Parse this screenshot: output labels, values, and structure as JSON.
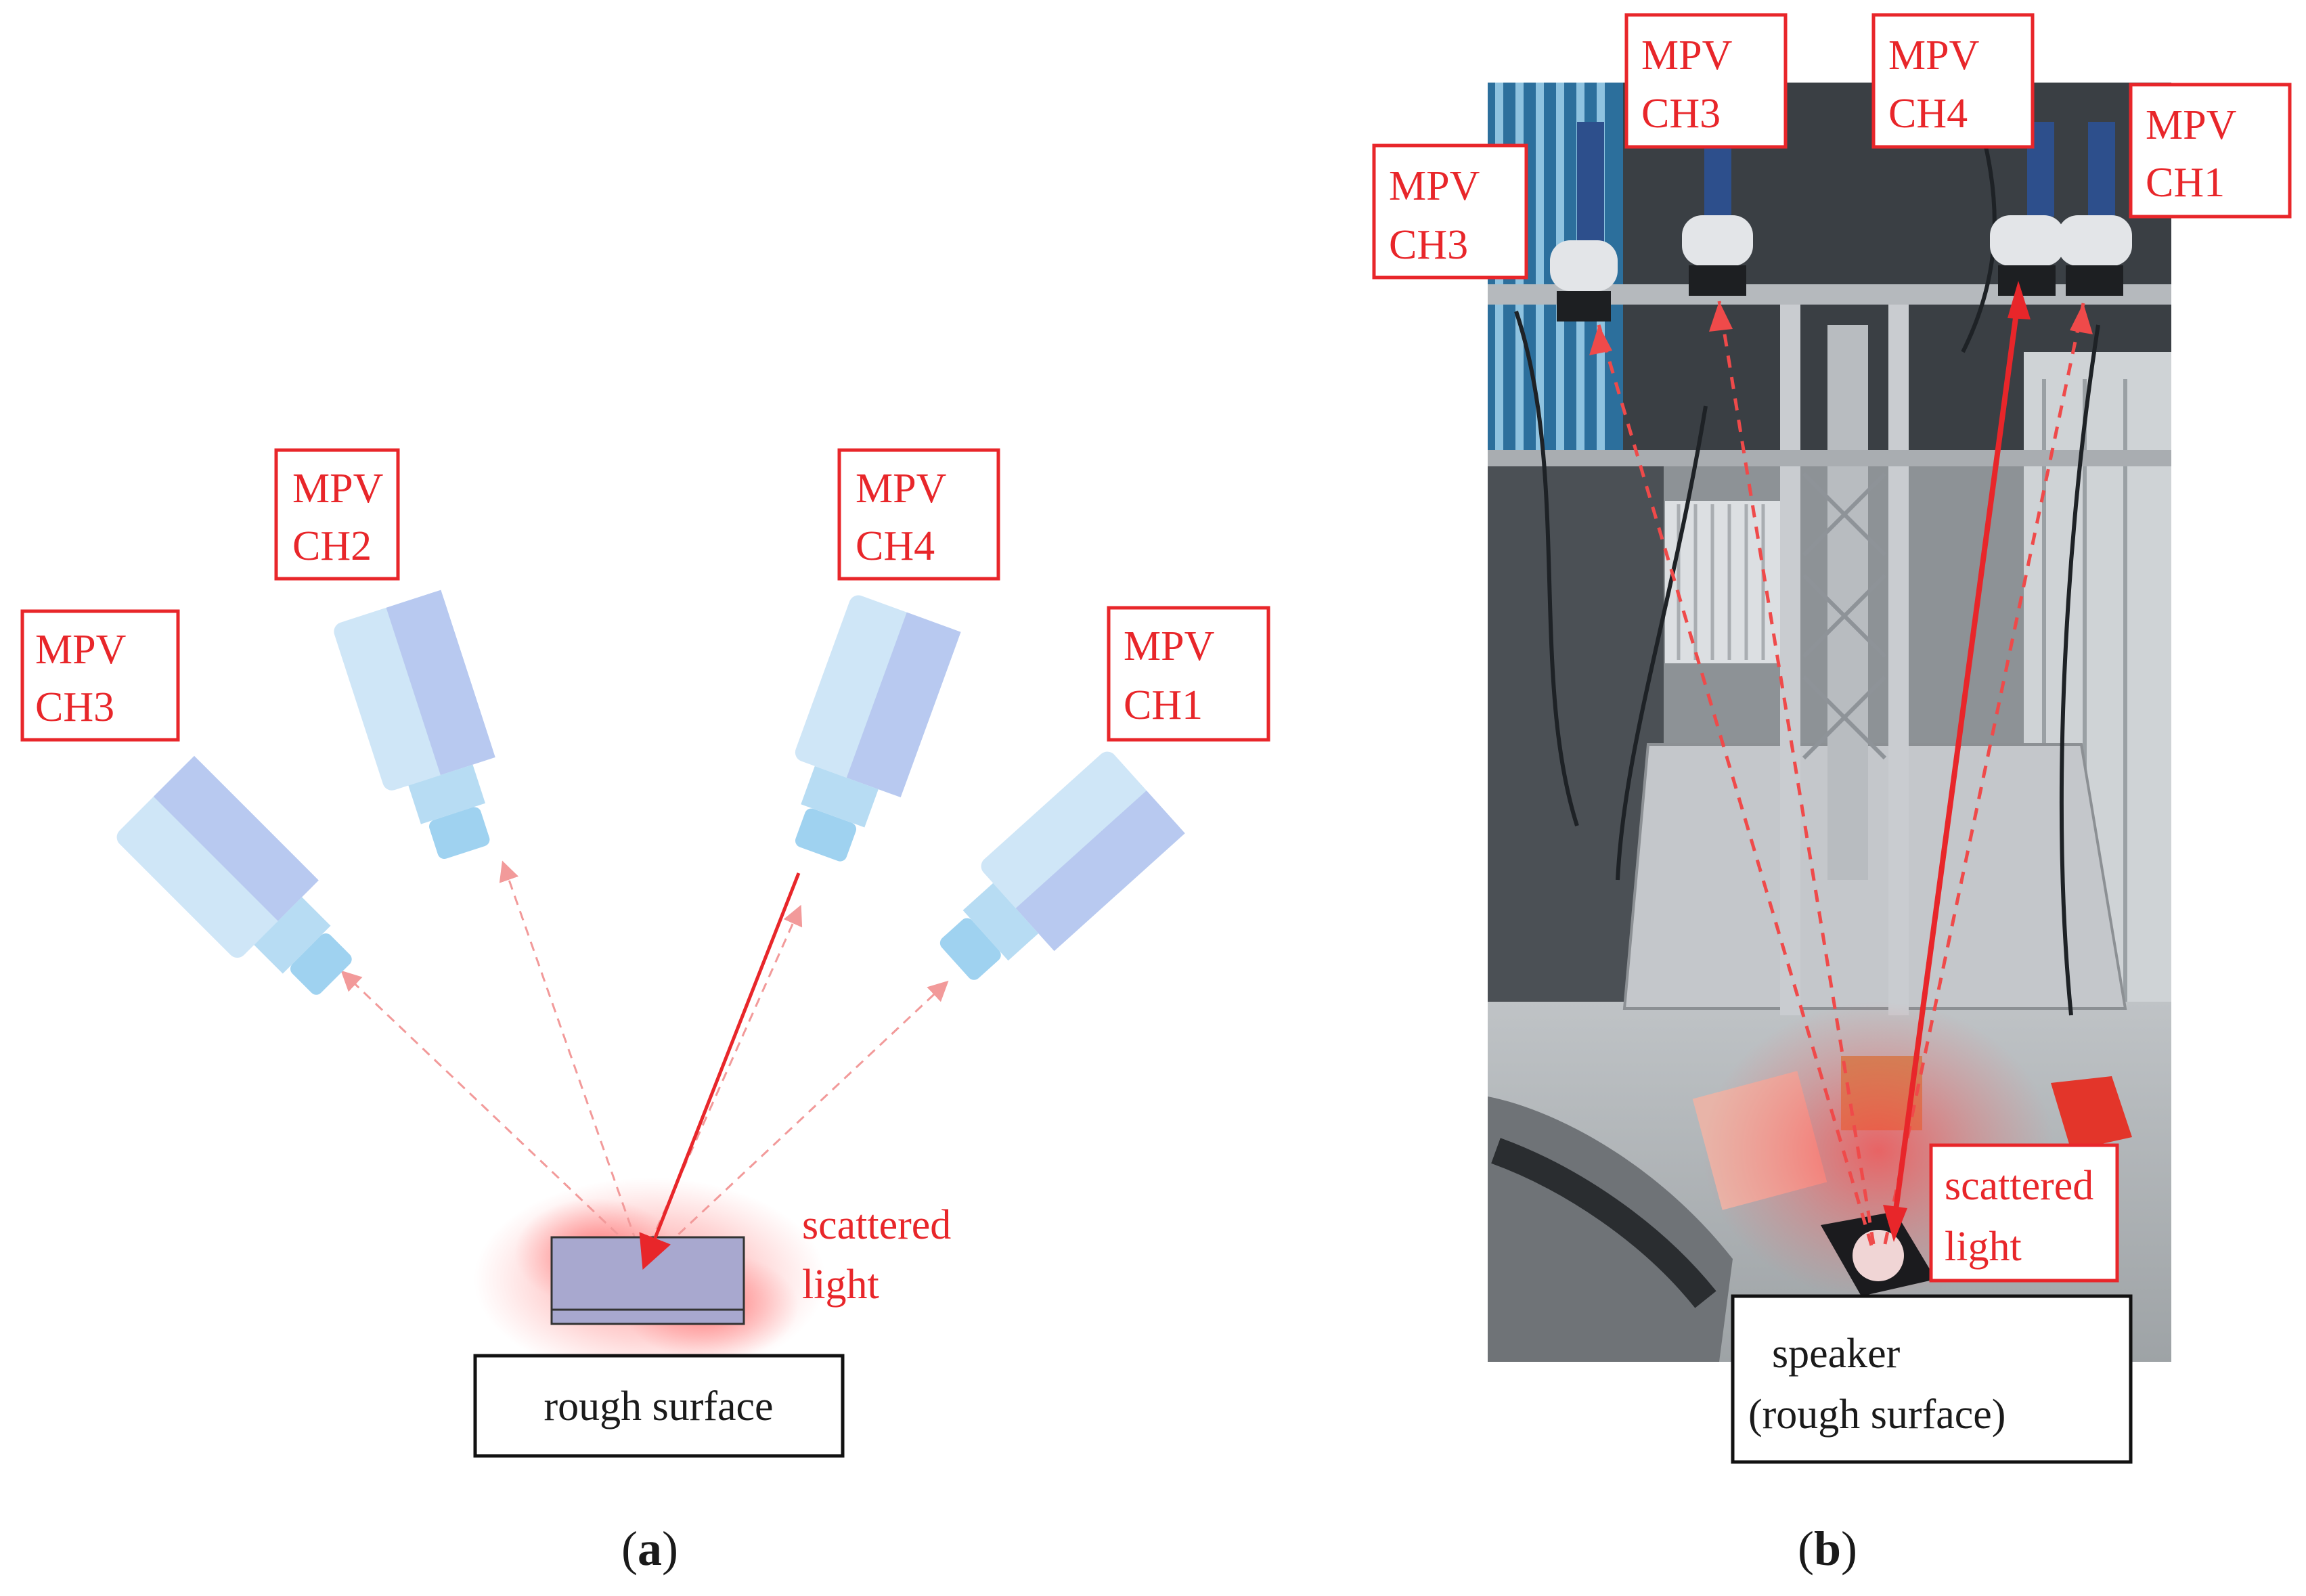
{
  "panel_a": {
    "labels": {
      "ch3": [
        "MPV",
        "CH3"
      ],
      "ch2": [
        "MPV",
        "CH2"
      ],
      "ch4": [
        "MPV",
        "CH4"
      ],
      "ch1": [
        "MPV",
        "CH1"
      ]
    },
    "scattered_light": [
      "scattered",
      "light"
    ],
    "surface_label": "rough surface",
    "caption_open": "(",
    "caption_letter": "a",
    "caption_close": ")"
  },
  "panel_b": {
    "labels": {
      "ch3_left": [
        "MPV",
        "CH3"
      ],
      "ch3_top": [
        "MPV",
        "CH3"
      ],
      "ch4": [
        "MPV",
        "CH4"
      ],
      "ch1": [
        "MPV",
        "CH1"
      ]
    },
    "scattered_light": [
      "scattered",
      "light"
    ],
    "speaker_label": [
      "speaker",
      "(rough surface)"
    ],
    "caption_open": "(",
    "caption_letter": "b",
    "caption_close": ")"
  },
  "colors": {
    "annotation_red": "#e8262a",
    "camera_light": "#cfe6f7",
    "camera_shade": "#b6c7ef",
    "surface": "#a8a8cf"
  }
}
